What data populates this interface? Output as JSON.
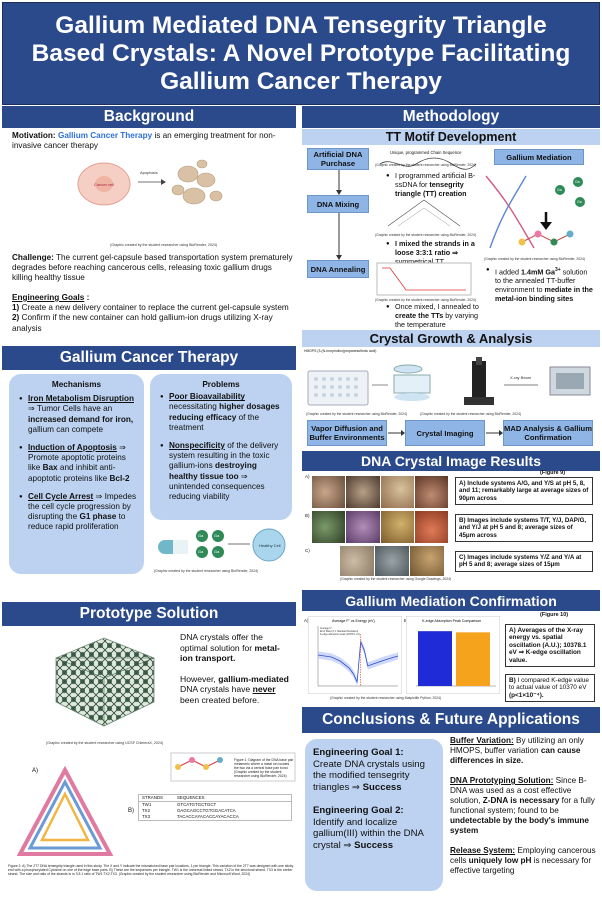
{
  "title": "Gallium Mediated DNA Tensegrity Triangle\nBased Crystals: A Novel Prototype Facilitating\nGallium Cancer Therapy",
  "background": {
    "header": "Background",
    "motivation_label": "Motivation:",
    "motivation_highlight": "Gallium Cancer Therapy",
    "motivation_rest": "is an emerging treatment for non-invasive cancer therapy",
    "fig_labels": [
      "Cancer cell",
      "Apoptosis"
    ],
    "fig_caption": "(Graphic created by the student researcher using BioRender, 2024)",
    "challenge_label": "Challenge:",
    "challenge_text": "The current gel-capsule based transportation system prematurely degrades before reaching cancerous cells, releasing toxic gallium drugs killing healthy tissue",
    "goals_label": "Engineering Goals",
    "goals_colon": ":",
    "goal1_num": "1)",
    "goal1": "Create a new delivery container to replace the current gel-capsule system",
    "goal2_num": "2)",
    "goal2": "Confirm if the new container can hold gallium-ion drugs utilizing X-ray analysis"
  },
  "gct": {
    "header": "Gallium Cancer Therapy",
    "mech_title": "Mechanisms",
    "mech1_title": "Iron Metabolism Disruption",
    "mech1_text_a": "⇒ Tumor Cells have an",
    "mech1_bold": "increased demand for iron,",
    "mech1_text_b": "gallium can compete",
    "mech2_title": "Induction of Apoptosis",
    "mech2_text_a": "⇒ Promote apoptotic proteins like",
    "mech2_bax": "Bax",
    "mech2_text_b": "and inhibit anti-apoptotic proteins like",
    "mech2_bcl": "Bcl-2",
    "mech3_title": "Cell Cycle Arrest",
    "mech3_text_a": "⇒ Impedes the cell cycle progression by disrupting the",
    "mech3_g1": "G1 phase",
    "mech3_text_b": "to reduce rapid proliferation",
    "prob_title": "Problems",
    "prob1_title": "Poor Bioavailability",
    "prob1_text_a": "necessitating",
    "prob1_bold": "higher dosages reducing efficacy",
    "prob1_text_b": "of the treatment",
    "prob2_title": "Nonspecificity",
    "prob2_text_a": "of the delivery system resulting in the toxic gallium-ions",
    "prob2_bold": "destroying healthy tissue too",
    "prob2_text_b": "⇒ unintended consequences reducing viability",
    "ga_label": "Ga",
    "ga_sup": "3+",
    "healthy_label": "Healthy Cell",
    "fig_caption": "(Graphic created by the student researcher using BioRender, 2024)"
  },
  "prototype": {
    "header": "Prototype Solution",
    "p1_a": "DNA crystals offer the optimal solution for",
    "p1_bold": "metal-ion transport.",
    "p2_a": "However,",
    "p2_b1": "gallium-mediated",
    "p2_b2": "DNA crystals have",
    "p2_never": "never",
    "p2_c": "been created before.",
    "crystal_caption": "(Graphic created by the student researcher using UCSF ChimeraX, 2024)",
    "fig1_caption": "Figure 1: Diagram of the DNA base pair metameric where a metal ion locates the two via a central base pair bond. (Graphic created by the student researcher using BioRender, 2024)",
    "table_heads": [
      "STRANDS",
      "SEQUENCES"
    ],
    "table_rows": [
      [
        "TW1",
        "GTCATGTGCTGCT"
      ],
      [
        "TX2",
        "GAGCAGCCTGTGGACATCA"
      ],
      [
        "TX3",
        "TACACCAYACACCAYACACCA"
      ]
    ],
    "fig_label_a": "A)",
    "fig_label_b": "B)",
    "fig2_caption": "Figure 2: A) The 2T7 DNA tensegrity triangle used in this study. The X and Y indicate the mismatched base pair locations, 1 per triangle. This variation of the 2T7 was designed with one sticky end with a phosphorylated Cytosine on one of the edge base pairs. B) These are the sequences per triangle. TW1 is the universal linked strand, TX2 is the structural strand, TX3 is the center strand. The size and ratio of the strands is in 3:3:1 ratio of TW1:TX2:TX3. (Graphic created by the student researcher using BioRender and Microsoft Word, 2024)"
  },
  "methodology": {
    "header": "Methodology",
    "tt_header": "TT Motif Development",
    "steps": [
      "Artificial DNA Purchase",
      "DNA Mixing",
      "DNA Annealing"
    ],
    "unique_label": "Unique, programmed Chain Sequence",
    "caption_a": "(Graphic created by the student researcher using BioRender, 2024)",
    "b1_a": "I programmed artificial B-ssDNA for",
    "b1_bold": "tensegrity triangle (TT) creation",
    "b2_bold": "I mixed the strands in a loose 3:3:1 ratio ⇒",
    "b2_rest": "symmetrical TT",
    "b3_a": "Once mixed, I annealed to",
    "b3_bold": "create the TTs",
    "b3_b": "by varying the temperature",
    "ga_med": "Gallium Mediation",
    "b4_a": "I added",
    "b4_bold1": "1.4mM Ga",
    "b4_sup": "3+",
    "b4_b": "solution to the annealed TT-buffer environment to",
    "b4_bold2": "mediate in the metal-ion binding sites",
    "small_caption": "(Graphic created by the student researcher using BioRender, 2024)"
  },
  "crystal_growth": {
    "header": "Crystal Growth & Analysis",
    "top_label": "HMOPS (3-(N-morpholino)propanesulfonic acid)",
    "xray_label": "X-ray Beam",
    "boxes": [
      "Vapor Diffusion and Buffer Environments",
      "Crystal Imaging",
      "MAD Analysis & Gallium Confirmation"
    ],
    "caption": "(Graphic created by the student researcher using BioRender, 2024)"
  },
  "results": {
    "header": "DNA Crystal Image Results",
    "fig_num": "(Figure 9)",
    "row_labels": [
      "A)",
      "B)",
      "C)"
    ],
    "a_a": "Include systems A/G, and Y/S at pH 5, 8, and 11; remarkably large at average sizes of",
    "a_bold": "90μm",
    "a_b": "across",
    "b_a": "Images include systems T/T, Y/J, DAP/G, and Y/J at pH 5 and 8; average sizes of",
    "b_bold": "45μm",
    "b_b": "across",
    "c_a": "Images include systems Y/Z and Y/A at pH 5 and 8; average sizes of",
    "c_bold": "15μm",
    "caption": "(Graphic created by the student researcher using Google Drawings, 2024)"
  },
  "confirmation": {
    "header": "Gallium Mediation Confirmation",
    "fig_num": "(Figure 10)",
    "panel_a": "A)",
    "panel_b": "B)",
    "chart_a_title": "Average F'' vs Energy (eV)",
    "chart_b_title": "K-edge Absorption Peak Comparison",
    "legend_a": [
      "Average F''",
      "Error Band (± 1 Standard Deviation)",
      "K-edge absorption peak (10378.1 eV)"
    ],
    "t1_a": "Averages of the X-ray energy vs. spatial oscillation (A.U.); 10378.1 eV ⇒",
    "t1_bold": "K-edge oscillation value.",
    "t2_a": "I compared K-edge value to actual value of 10370 eV",
    "t2_bold": "(p<1×10⁻⁴).",
    "caption": "(Graphic created by the student researcher using Matplotlib Python, 2024)"
  },
  "chart_data": [
    {
      "type": "line",
      "title": "Average F'' vs Energy (eV)",
      "xlabel": "Energy (eV)",
      "ylabel": "",
      "x": [
        10330,
        10345,
        10355,
        10365,
        10370,
        10374,
        10378,
        10382,
        10386,
        10392,
        10405,
        10420
      ],
      "series": [
        {
          "name": "Average F''",
          "values": [
            0.35,
            0.25,
            0.05,
            -0.3,
            -0.6,
            -1.0,
            1.0,
            0.6,
            -0.2,
            -0.1,
            0.1,
            0.3
          ]
        }
      ],
      "ylim": [
        -1.2,
        1.2
      ]
    },
    {
      "type": "bar",
      "title": "K-edge Absorption Peak Comparison",
      "categories": [
        "",
        ""
      ],
      "values": [
        10378.1,
        10370
      ],
      "ylim": [
        10000,
        10400
      ]
    }
  ],
  "conclusions": {
    "header": "Conclusions & Future Applications",
    "g1_label": "Engineering Goal 1:",
    "g1_text": "Create DNA crystals using the modified tensegrity triangles ⇒",
    "g1_success": "Success",
    "g2_label": "Engineering Goal 2:",
    "g2_text": "Identify and localize gallium(III) within the DNA crystal ⇒",
    "g2_success": "Success",
    "buf_label": "Buffer Variation:",
    "buf_a": "By utilizing an only HMOPS, buffer variation",
    "buf_bold": "can cause differences in size.",
    "dna_label": "DNA Prototyping Solution:",
    "dna_a": "Since B-DNA was used as a cost effective solution,",
    "dna_bold1": "Z-DNA is necessary",
    "dna_b": "for a fully functional system; found to be",
    "dna_bold2": "undetectable by the body's immune system",
    "rel_label": "Release System:",
    "rel_a": "Employing cancerous cells",
    "rel_bold": "uniquely low pH",
    "rel_b": "is necessary for effective targeting"
  },
  "colors": {
    "navy": "#2b4a8b",
    "subhead": "#bcd2f0",
    "accent_blue": "#2f6fd6",
    "box_blue": "#8fb5e6"
  }
}
